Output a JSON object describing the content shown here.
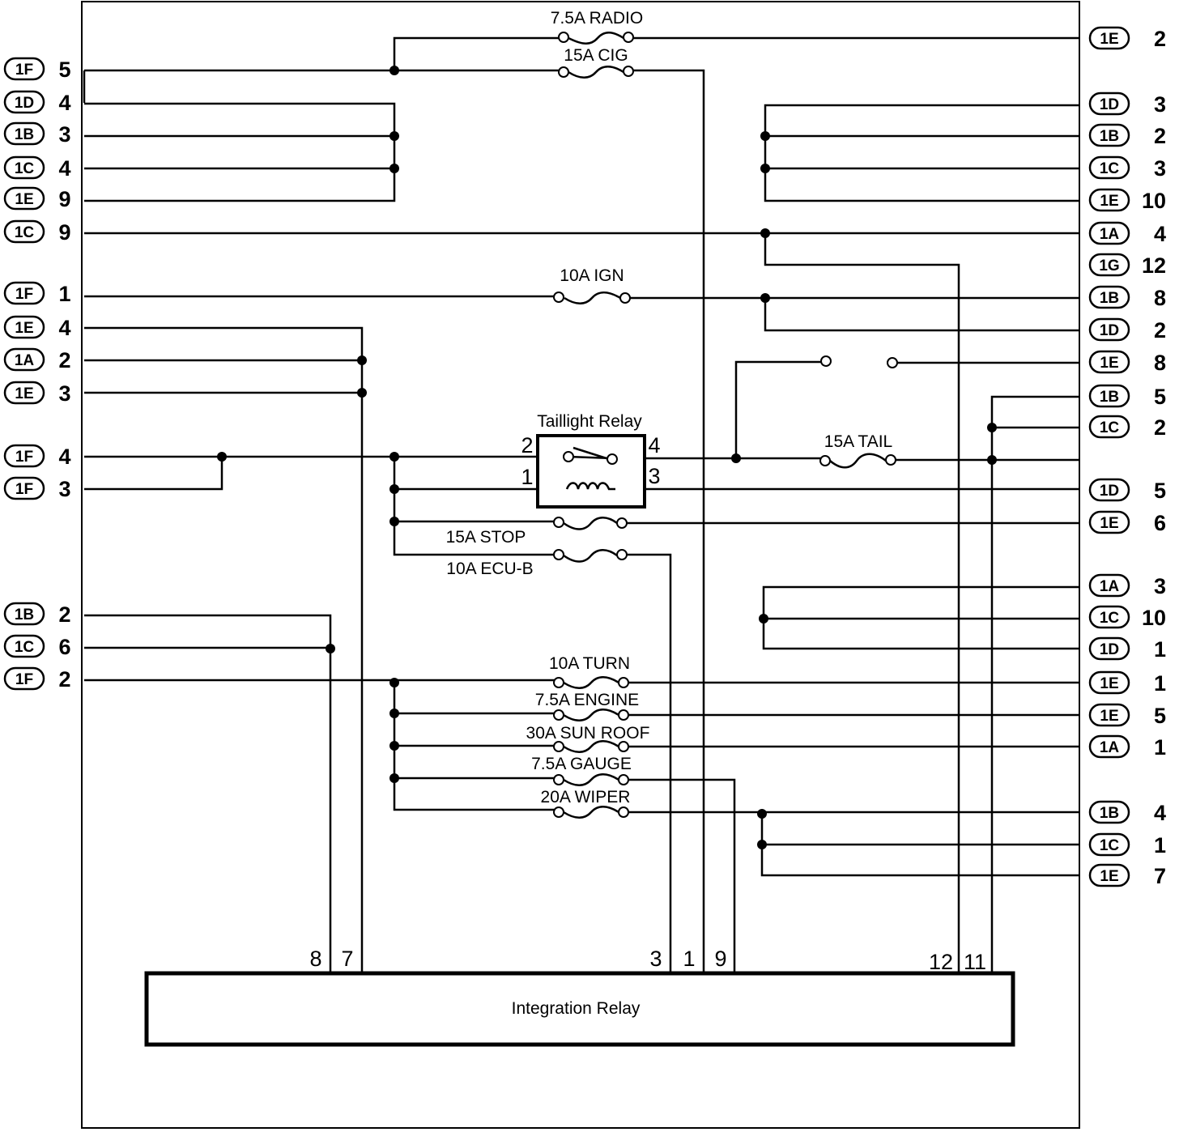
{
  "fuses": {
    "radio": "7.5A  RADIO",
    "cig": "15A  CIG",
    "ign": "10A  IGN",
    "tail": "15A  TAIL",
    "stop": "15A  STOP",
    "ecub": "10A  ECU-B",
    "turn": "10A  TURN",
    "engine": "7.5A  ENGINE",
    "sunroof": "30A  SUN ROOF",
    "gauge": "7.5A  GAUGE",
    "wiper": "20A  WIPER"
  },
  "taillight_relay": {
    "label": "Taillight Relay",
    "pins": [
      "1",
      "2",
      "3",
      "4"
    ]
  },
  "integration_relay": {
    "label": "Integration Relay",
    "pins": [
      "8",
      "7",
      "3",
      "1",
      "9",
      "12",
      "11"
    ]
  },
  "left_connectors": [
    {
      "code": "1F",
      "pin": "5"
    },
    {
      "code": "1D",
      "pin": "4"
    },
    {
      "code": "1B",
      "pin": "3"
    },
    {
      "code": "1C",
      "pin": "4"
    },
    {
      "code": "1E",
      "pin": "9"
    },
    {
      "code": "1C",
      "pin": "9"
    },
    {
      "code": "1F",
      "pin": "1"
    },
    {
      "code": "1E",
      "pin": "4"
    },
    {
      "code": "1A",
      "pin": "2"
    },
    {
      "code": "1E",
      "pin": "3"
    },
    {
      "code": "1F",
      "pin": "4"
    },
    {
      "code": "1F",
      "pin": "3"
    },
    {
      "code": "1B",
      "pin": "2"
    },
    {
      "code": "1C",
      "pin": "6"
    },
    {
      "code": "1F",
      "pin": "2"
    }
  ],
  "right_connectors": [
    {
      "code": "1E",
      "pin": "2"
    },
    {
      "code": "1D",
      "pin": "3"
    },
    {
      "code": "1B",
      "pin": "2"
    },
    {
      "code": "1C",
      "pin": "3"
    },
    {
      "code": "1E",
      "pin": "10"
    },
    {
      "code": "1A",
      "pin": "4"
    },
    {
      "code": "1G",
      "pin": "12"
    },
    {
      "code": "1B",
      "pin": "8"
    },
    {
      "code": "1D",
      "pin": "2"
    },
    {
      "code": "1E",
      "pin": "8"
    },
    {
      "code": "1B",
      "pin": "5"
    },
    {
      "code": "1C",
      "pin": "2"
    },
    {
      "code": "1D",
      "pin": "5"
    },
    {
      "code": "1E",
      "pin": "6"
    },
    {
      "code": "1A",
      "pin": "3"
    },
    {
      "code": "1C",
      "pin": "10"
    },
    {
      "code": "1D",
      "pin": "1"
    },
    {
      "code": "1E",
      "pin": "1"
    },
    {
      "code": "1E",
      "pin": "5"
    },
    {
      "code": "1A",
      "pin": "1"
    },
    {
      "code": "1B",
      "pin": "4"
    },
    {
      "code": "1C",
      "pin": "1"
    },
    {
      "code": "1E",
      "pin": "7"
    }
  ]
}
